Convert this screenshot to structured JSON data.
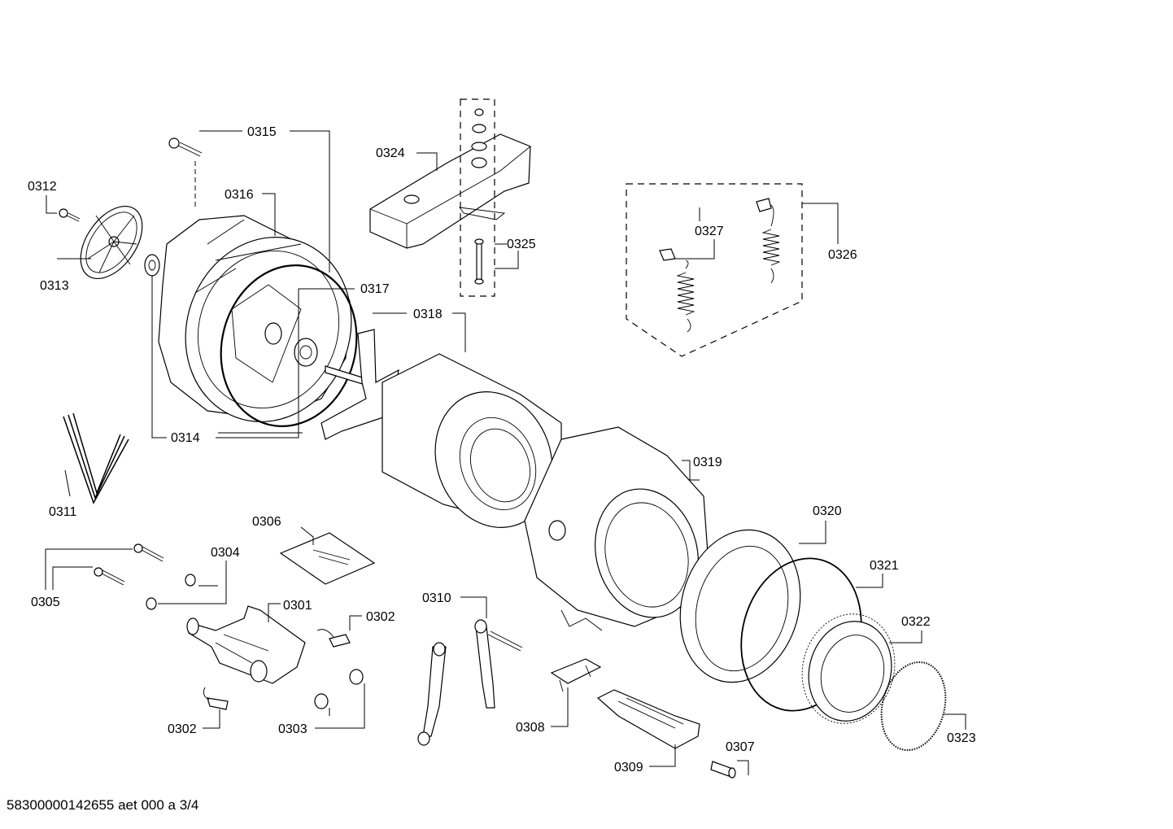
{
  "document": {
    "id_line": "58300000142655 aet 000 a 3/4"
  },
  "parts": {
    "p0301": "0301",
    "p0302a": "0302",
    "p0302b": "0302",
    "p0303": "0303",
    "p0304": "0304",
    "p0305": "0305",
    "p0306": "0306",
    "p0307": "0307",
    "p0308": "0308",
    "p0309": "0309",
    "p0310": "0310",
    "p0311": "0311",
    "p0312": "0312",
    "p0313": "0313",
    "p0314": "0314",
    "p0315": "0315",
    "p0316": "0316",
    "p0317": "0317",
    "p0318": "0318",
    "p0319": "0319",
    "p0320": "0320",
    "p0321": "0321",
    "p0322": "0322",
    "p0323": "0323",
    "p0324": "0324",
    "p0325": "0325",
    "p0326": "0326",
    "p0327": "0327"
  }
}
